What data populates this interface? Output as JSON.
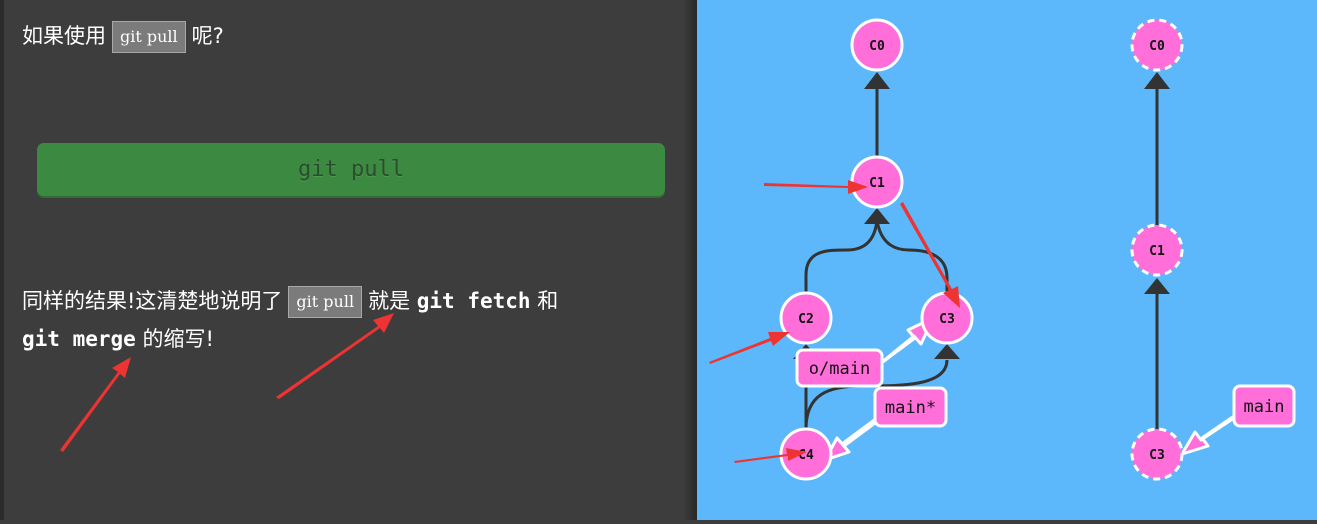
{
  "left": {
    "para1": {
      "text_before": "如果使用",
      "chip": "git pull",
      "text_after": "呢?"
    },
    "run_button_label": "git pull",
    "para2": {
      "text_a": "同样的结果!这清楚地说明了",
      "chip": "git pull",
      "text_b": "就是",
      "code_fetch": "git fetch",
      "text_c": "和",
      "code_merge": "git merge",
      "text_d": "的缩写!"
    }
  },
  "diagram": {
    "colors": {
      "panel": "#5cb8fa",
      "commit": "#ff6ed9",
      "commit_stroke": "#ffffff",
      "edge": "#333333",
      "branch_fill": "#ff6ed9",
      "annotation": "#ee3333"
    },
    "local_tree": {
      "commits": [
        "C0",
        "C1",
        "C2",
        "C3",
        "C4"
      ],
      "branches": [
        {
          "name": "o/main",
          "target": "C3"
        },
        {
          "name": "main*",
          "target": "C4"
        }
      ]
    },
    "remote_tree": {
      "commits": [
        "C0",
        "C1",
        "C3"
      ],
      "branches": [
        {
          "name": "main",
          "target": "C3"
        }
      ]
    }
  }
}
